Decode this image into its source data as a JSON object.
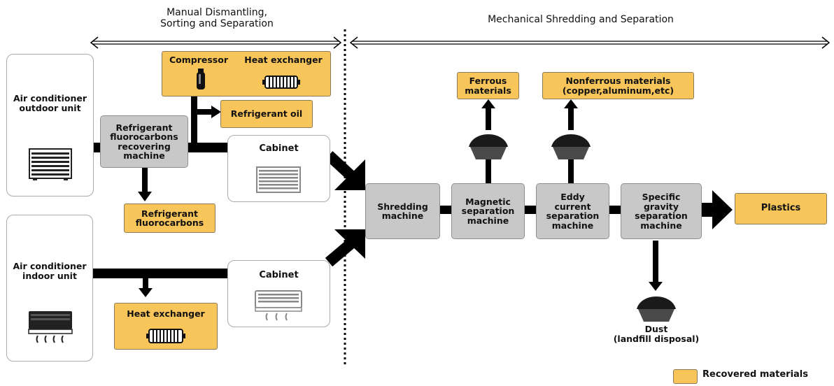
{
  "phases": {
    "manual": "Manual Dismantling,\nSorting and Separation",
    "mechanical": "Mechanical Shredding and Separation"
  },
  "units": {
    "outdoor": "Air conditioner\noutdoor unit",
    "indoor": "Air conditioner\nindoor unit"
  },
  "machines": {
    "refrigerant_recovery": "Refrigerant\nfluorocarbons\nrecovering\nmachine",
    "shredding": "Shredding\nmachine",
    "magnetic": "Magnetic\nseparation\nmachine",
    "eddy": "Eddy\ncurrent\nseparation\nmachine",
    "gravity": "Specific\ngravity\nseparation\nmachine"
  },
  "cabinets": {
    "outdoor": "Cabinet",
    "indoor": "Cabinet"
  },
  "recovered": {
    "compressor": "Compressor",
    "heat_exchanger_top": "Heat exchanger",
    "refrigerant_oil": "Refrigerant oil",
    "refrigerant_fluorocarbons": "Refrigerant\nfluorocarbons",
    "heat_exchanger_indoor": "Heat exchanger",
    "ferrous": "Ferrous\nmaterials",
    "nonferrous": "Nonferrous materials\n(copper,aluminum,etc)",
    "plastics": "Plastics"
  },
  "dust": "Dust\n(landfill disposal)",
  "legend": {
    "label": "Recovered materials",
    "color": "#f8c55a"
  },
  "colors": {
    "recovered": "#f8c55a",
    "machine": "#c8c8c8",
    "arrow": "#000000"
  }
}
